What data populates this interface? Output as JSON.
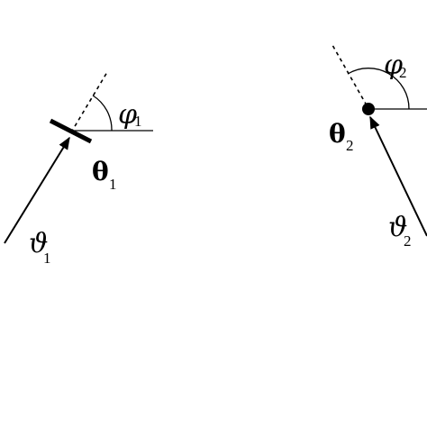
{
  "left_diagram": {
    "phi_label": "φ",
    "phi_sub": "1",
    "theta_label": "θ",
    "theta_sub": "1",
    "v_label": "ϑ",
    "v_sub": "1"
  },
  "right_diagram": {
    "phi_label": "φ",
    "phi_sub": "2",
    "theta_label": "θ",
    "theta_sub": "2",
    "v_label": "ϑ",
    "v_sub": "2"
  },
  "colors": {
    "ink": "#000000",
    "background": "#ffffff"
  }
}
